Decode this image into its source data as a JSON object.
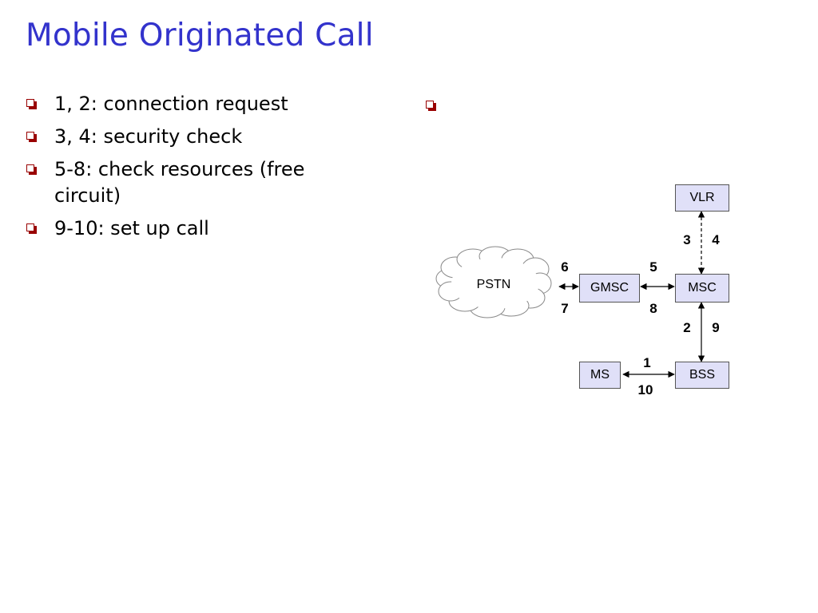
{
  "slide": {
    "title": "Mobile Originated Call",
    "bullets": [
      "1, 2: connection request",
      "3, 4: security check",
      "5-8: check resources (free circuit)",
      "9-10: set up call"
    ]
  },
  "diagram": {
    "nodes": {
      "vlr": "VLR",
      "msc": "MSC",
      "gmsc": "GMSC",
      "bss": "BSS",
      "ms": "MS",
      "pstn": "PSTN"
    },
    "labels": {
      "l1": "1",
      "l2": "2",
      "l3": "3",
      "l4": "4",
      "l5": "5",
      "l6": "6",
      "l7": "7",
      "l8": "8",
      "l9": "9",
      "l10": "10"
    }
  },
  "colors": {
    "title": "#3333cc",
    "bullet_marker": "#990000",
    "node_fill": "#e0e0f8",
    "node_border": "#555555"
  }
}
